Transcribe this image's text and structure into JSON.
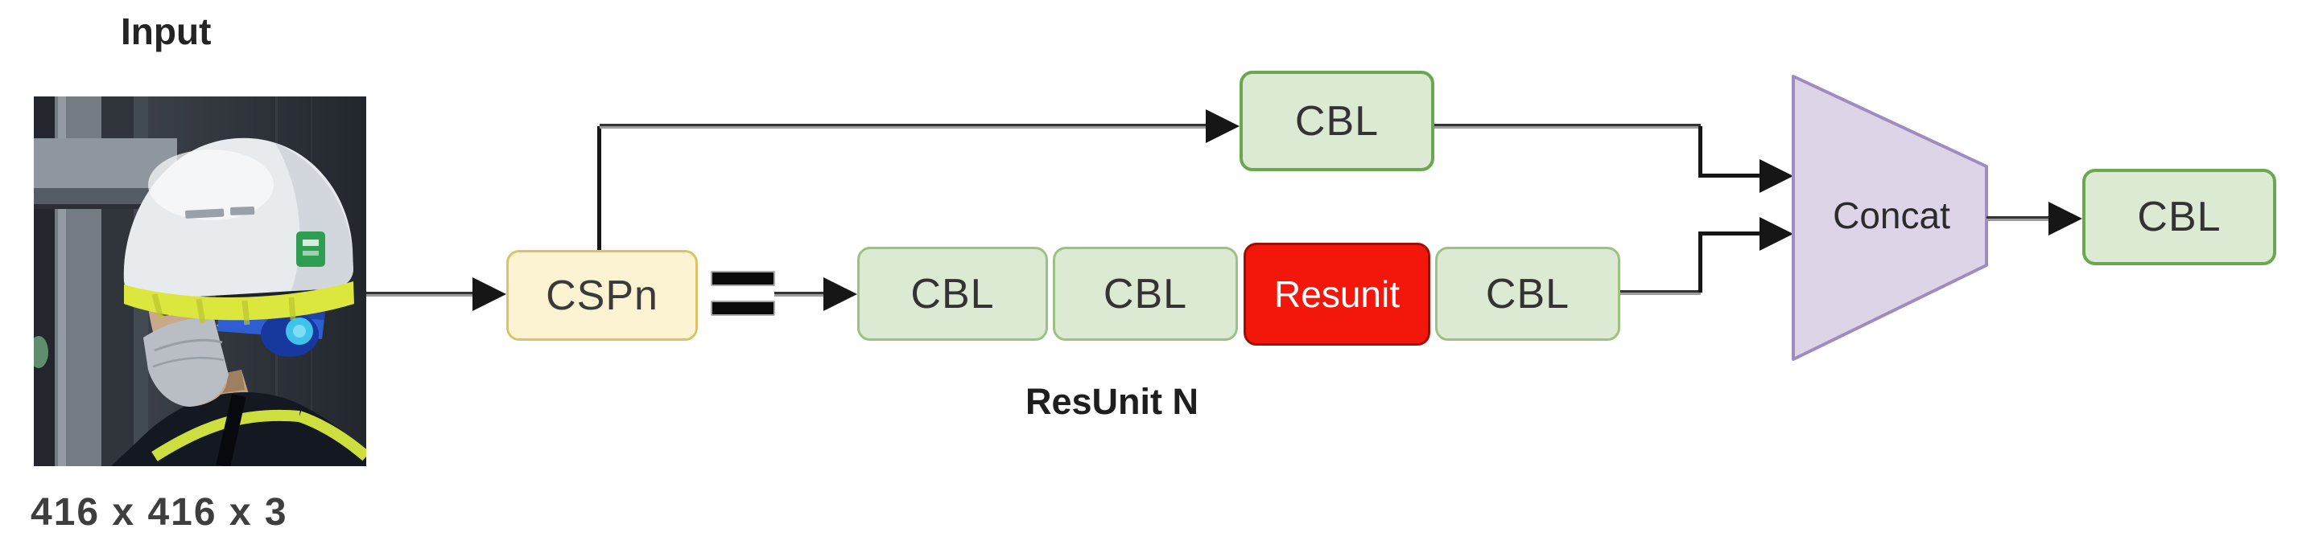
{
  "diagram": {
    "input_label": "Input",
    "input_dims": "416 x 416 x 3",
    "equals": "=",
    "resunit_group_label": "ResUnit N",
    "nodes": {
      "cspn": "CSPn",
      "cbl_top": "CBL",
      "cbl_1": "CBL",
      "cbl_2": "CBL",
      "resunit": "Resunit",
      "cbl_3": "CBL",
      "concat": "Concat",
      "cbl_out": "CBL"
    }
  },
  "colors": {
    "cbl_fill": "#dcead3",
    "cbl_border_strong": "#6aa84f",
    "cbl_border_soft": "#9dc184",
    "cspn_fill": "#fcf3d2",
    "cspn_border": "#dcc369",
    "resunit_fill": "#f2170a",
    "resunit_border": "#a30d00",
    "concat_fill": "#ded4e8",
    "concat_border": "#9e8cc0",
    "line_color": "#161616"
  }
}
